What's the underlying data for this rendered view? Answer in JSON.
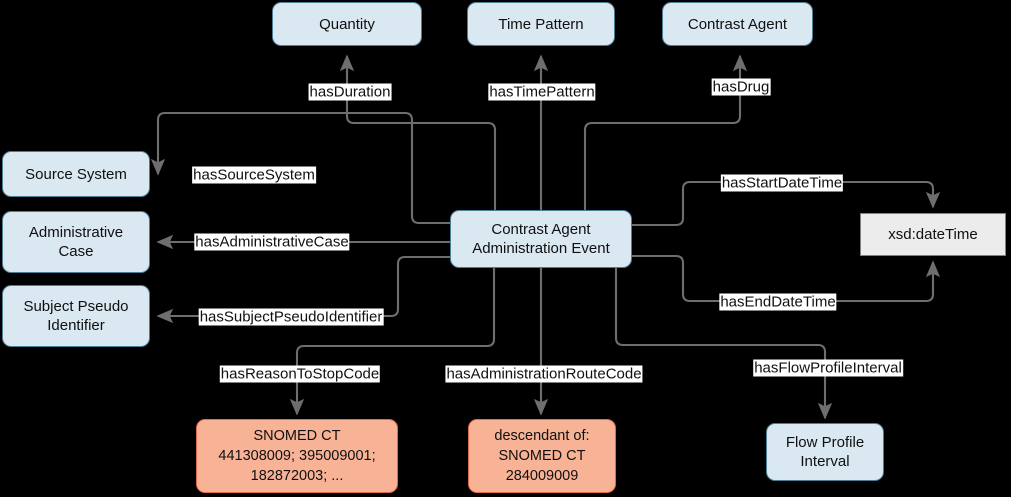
{
  "diagram": {
    "title": "Contrast Agent Administration Event ontology graph",
    "background": "#000000",
    "class_node_fill": "#dae8f2",
    "class_node_stroke": "#4a7d96",
    "datatype_node_fill": "#ececec",
    "datatype_node_stroke": "#808080",
    "code_node_fill": "#f8b396",
    "code_node_stroke": "#e06a49",
    "edge_color": "#6e6e6e",
    "label_bg": "#ffffff"
  },
  "nodes": [
    {
      "id": "quantity",
      "label": "Quantity",
      "kind": "class"
    },
    {
      "id": "time-pattern",
      "label": "Time Pattern",
      "kind": "class"
    },
    {
      "id": "contrast-agent",
      "label": "Contrast Agent",
      "kind": "class"
    },
    {
      "id": "source-system",
      "label": "Source System",
      "kind": "class"
    },
    {
      "id": "administrative-case",
      "label": "Administrative\nCase",
      "kind": "class"
    },
    {
      "id": "subject-pseudo-identifier",
      "label": "Subject Pseudo\nIdentifier",
      "kind": "class"
    },
    {
      "id": "contrast-agent-administration-event",
      "label": "Contrast Agent\nAdministration Event",
      "kind": "class"
    },
    {
      "id": "xsd-datetime",
      "label": "xsd:dateTime",
      "kind": "datatype"
    },
    {
      "id": "snomed-reason-to-stop",
      "label": "SNOMED CT\n441308009; 395009001;\n182872003; ...",
      "kind": "code"
    },
    {
      "id": "snomed-administration-route",
      "label": "descendant of:\nSNOMED CT\n284009009",
      "kind": "code"
    },
    {
      "id": "flow-profile-interval",
      "label": "Flow Profile\nInterval",
      "kind": "class"
    }
  ],
  "edges": [
    {
      "id": "has-duration",
      "label": "hasDuration",
      "from": "contrast-agent-administration-event",
      "to": "quantity"
    },
    {
      "id": "has-time-pattern",
      "label": "hasTimePattern",
      "from": "contrast-agent-administration-event",
      "to": "time-pattern"
    },
    {
      "id": "has-drug",
      "label": "hasDrug",
      "from": "contrast-agent-administration-event",
      "to": "contrast-agent"
    },
    {
      "id": "has-source-system",
      "label": "hasSourceSystem",
      "from": "contrast-agent-administration-event",
      "to": "source-system"
    },
    {
      "id": "has-administrative-case",
      "label": "hasAdministrativeCase",
      "from": "contrast-agent-administration-event",
      "to": "administrative-case"
    },
    {
      "id": "has-subject-pseudo-identifier",
      "label": "hasSubjectPseudoIdentifier",
      "from": "contrast-agent-administration-event",
      "to": "subject-pseudo-identifier"
    },
    {
      "id": "has-start-date-time",
      "label": "hasStartDateTime",
      "from": "contrast-agent-administration-event",
      "to": "xsd-datetime"
    },
    {
      "id": "has-end-date-time",
      "label": "hasEndDateTime",
      "from": "contrast-agent-administration-event",
      "to": "xsd-datetime"
    },
    {
      "id": "has-reason-to-stop-code",
      "label": "hasReasonToStopCode",
      "from": "contrast-agent-administration-event",
      "to": "snomed-reason-to-stop"
    },
    {
      "id": "has-administration-route-code",
      "label": "hasAdministrationRouteCode",
      "from": "contrast-agent-administration-event",
      "to": "snomed-administration-route"
    },
    {
      "id": "has-flow-profile-interval",
      "label": "hasFlowProfileInterval",
      "from": "contrast-agent-administration-event",
      "to": "flow-profile-interval"
    }
  ]
}
